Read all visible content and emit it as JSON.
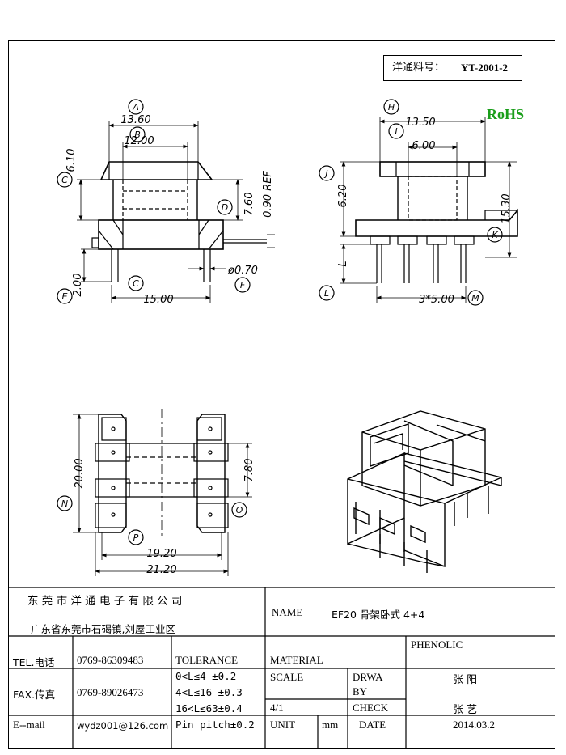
{
  "part_number": {
    "label": "洋通料号：",
    "value": "YT-2001-2"
  },
  "rohs": "RoHS",
  "front_view": {
    "dims": {
      "a": "13.60",
      "b": "12.00",
      "c_top": "6.10",
      "d": "7.60",
      "ref": "0.90 REF",
      "pin_dia": "ø0.70",
      "e": "2.00",
      "c_bottom": "15.00"
    },
    "circles": {
      "a": "A",
      "b": "B",
      "c1": "C",
      "d": "D",
      "e": "E",
      "f": "F",
      "c2": "C"
    }
  },
  "side_view": {
    "dims": {
      "h": "13.50",
      "i": "6.00",
      "j": "6.20",
      "k": "15.30",
      "l": "L",
      "m": "3*5.00"
    },
    "circles": {
      "h": "H",
      "i": "I",
      "j": "J",
      "k": "K",
      "l": "L",
      "m": "M"
    }
  },
  "bottom_view": {
    "dims": {
      "n": "20.00",
      "o": "7.80",
      "p": "19.20",
      "total": "21.20"
    },
    "circles": {
      "n": "N",
      "o": "O",
      "p": "P"
    }
  },
  "title_block": {
    "company": "东 莞 市 洋 通 电 子 有 限 公 司",
    "address": "广东省东莞市石碣镇,刘屋工业区",
    "name_label": "NAME",
    "name_value": "EF20 骨架卧式 4+4",
    "tel_label": "TEL.电话",
    "tel_value": "0769-86309483",
    "fax_label": "FAX.传真",
    "fax_value": "0769-89026473",
    "email_label": "E--mail",
    "email_value": "wydz001@126.com",
    "tolerance_label": "TOLERANCE",
    "tolerance_rows": [
      "0<L≤4   ±0.2",
      "4<L≤16  ±0.3",
      "16<L≤63±0.4",
      "Pin pitch±0.2"
    ],
    "material_label": "MATERIAL",
    "material_value": "PHENOLIC",
    "scale_label": "SCALE",
    "scale_value": "4/1",
    "drawn_label_1": "DRWA",
    "drawn_label_2": "BY",
    "drawn_value": "张 阳",
    "check_label": "CHECK",
    "check_value": "张 艺",
    "unit_label": "UNIT",
    "unit_value": "mm",
    "date_label": "DATE",
    "date_value": "2014.03.2"
  }
}
